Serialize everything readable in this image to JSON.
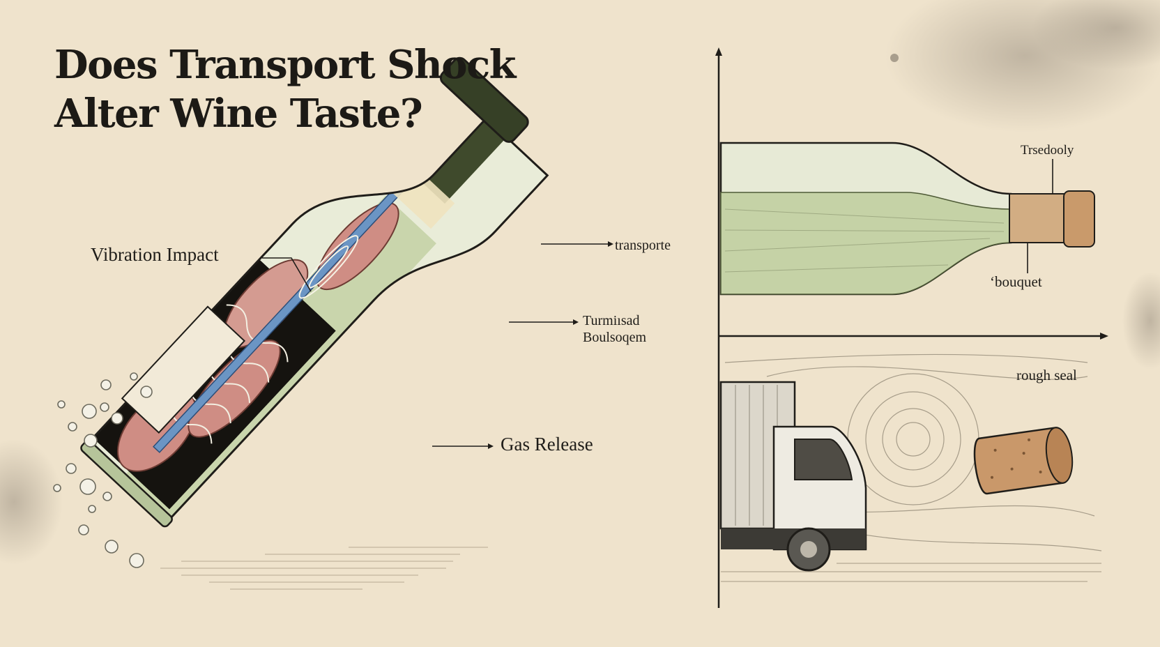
{
  "title": {
    "line1": "Does Transport Shock",
    "line2": "Alter Wine Taste?"
  },
  "labels": {
    "vibration": "Vibration Impact",
    "transported": "transporte",
    "turmoil_line1": "Turmiısad",
    "turmoil_line2": "Boulsoqem",
    "gas_release": "Gas Release",
    "top_right": "Trsedooly",
    "bouquet": "‘bouquet",
    "rough_seal": "rough seal"
  },
  "colors": {
    "paper": "#efe3cc",
    "ink": "#1f1d19",
    "wine": "#c9d5ac",
    "glass_neck": "#3f4a2c",
    "muscle": "#cf8d84",
    "cork": "#c9986a"
  },
  "icons": [
    "wine-bottle-icon",
    "delivery-truck-icon",
    "cork-icon",
    "bubbles-icon"
  ]
}
